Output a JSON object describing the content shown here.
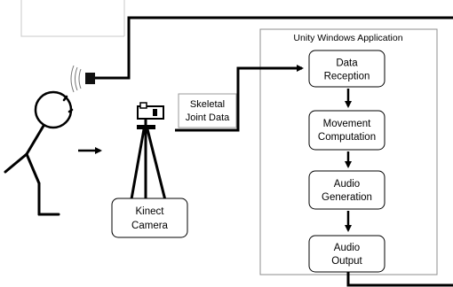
{
  "diagram": {
    "app_title": "Unity Windows Application",
    "data_label": [
      "Skeletal",
      "Joint Data"
    ],
    "kinect_label": [
      "Kinect",
      "Camera"
    ],
    "steps": [
      [
        "Data",
        "Reception"
      ],
      [
        "Movement",
        "Computation"
      ],
      [
        "Audio",
        "Generation"
      ],
      [
        "Audio",
        "Output"
      ]
    ]
  }
}
